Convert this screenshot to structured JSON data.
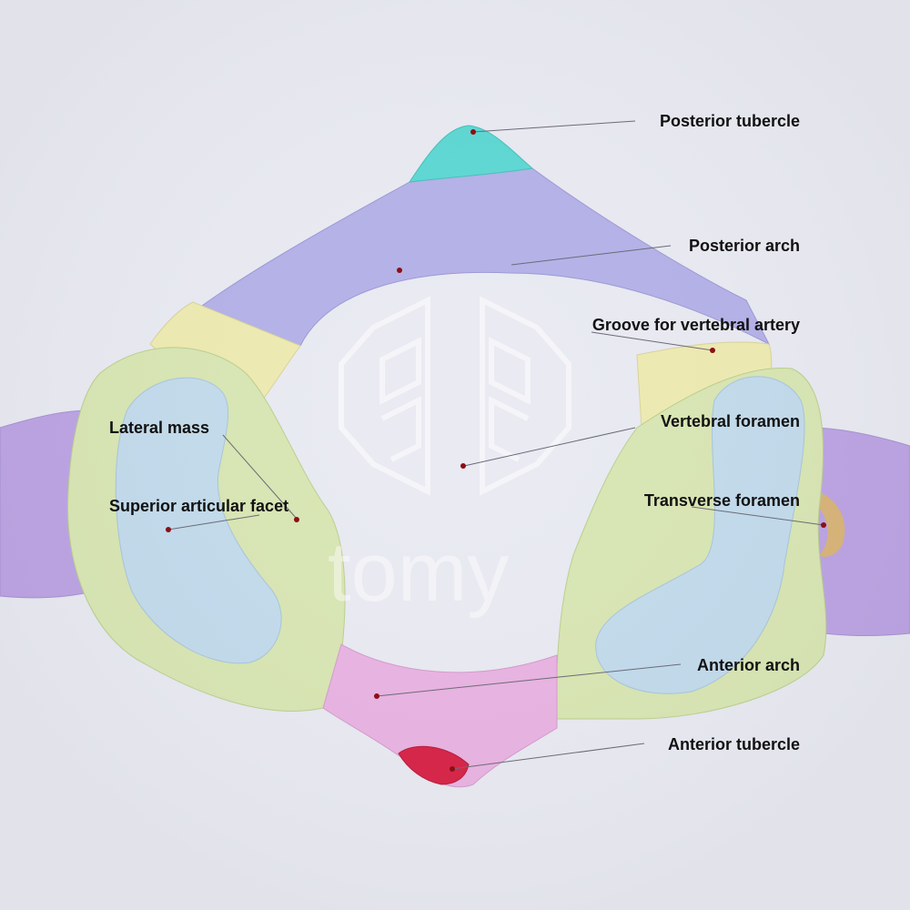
{
  "watermark": {
    "text": "tomy"
  },
  "colors": {
    "background": "#e9eaf2",
    "posterior_arch": "#b5b2e8",
    "posterior_tubercle": "#5fd8d3",
    "groove": "#eeeab2",
    "lateral_mass": "#d9e6b4",
    "articular_facet": "#c3dbec",
    "transverse_process": "#bda5e4",
    "anterior_arch": "#e9b4e2",
    "anterior_tubercle": "#d8264a",
    "marker": "#8b0f16"
  },
  "labels": {
    "posterior_tubercle": "Posterior tubercle",
    "posterior_arch": "Posterior arch",
    "groove_vertebral_artery": "Groove for vertebral artery",
    "vertebral_foramen": "Vertebral foramen",
    "lateral_mass": "Lateral mass",
    "superior_articular_facet": "Superior articular facet",
    "transverse_foramen": "Transverse foramen",
    "anterior_arch": "Anterior arch",
    "anterior_tubercle": "Anterior tubercle"
  }
}
